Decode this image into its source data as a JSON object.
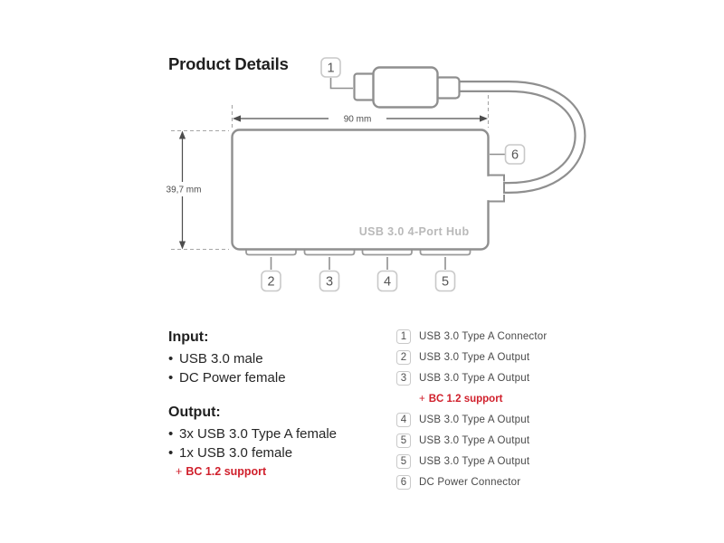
{
  "page": {
    "title": "Product Details"
  },
  "colors": {
    "background": "#ffffff",
    "outline_gray": "#8f8f8f",
    "dimension_gray": "#4d4d4d",
    "dashed_gray": "#a6a6a6",
    "callout_border": "#c9c9c9",
    "hub_label_gray": "#b9b9b9",
    "text_dark": "#262626",
    "legend_text": "#4a4a4a",
    "accent_red": "#d01f2b"
  },
  "diagram": {
    "hub_label": "USB 3.0 4-Port Hub",
    "dim_width": "90 mm",
    "dim_height": "39,7 mm",
    "callouts": {
      "c1": "1",
      "c2": "2",
      "c3": "3",
      "c4": "4",
      "c5": "5",
      "c6": "6"
    }
  },
  "input_section": {
    "heading": "Input:",
    "items": [
      "USB 3.0 male",
      "DC Power female"
    ]
  },
  "output_section": {
    "heading": "Output:",
    "items": [
      "3x USB 3.0 Type A female",
      "1x USB 3.0 female"
    ],
    "note_plus": "+",
    "note": "BC 1.2 support"
  },
  "legend": {
    "rows": [
      {
        "num": "1",
        "label": "USB 3.0 Type A Connector"
      },
      {
        "num": "2",
        "label": "USB 3.0 Type A Output"
      },
      {
        "num": "3",
        "label": "USB 3.0 Type A Output"
      },
      {
        "plus": "+",
        "label": "BC 1.2 support"
      },
      {
        "num": "4",
        "label": "USB 3.0 Type A Output"
      },
      {
        "num": "5",
        "label": "USB 3.0 Type A Output"
      },
      {
        "num": "5",
        "label": "USB 3.0 Type A Output"
      },
      {
        "num": "6",
        "label": "DC Power Connector"
      }
    ]
  }
}
